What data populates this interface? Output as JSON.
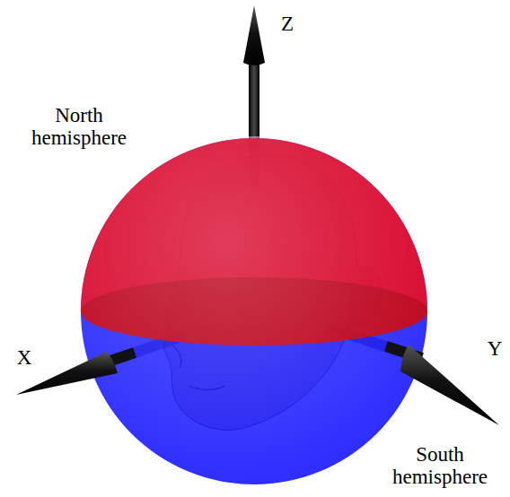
{
  "diagram": {
    "labels": [
      "Z",
      "North hemisphere",
      "X",
      "Y",
      "South hemisphere"
    ]
  }
}
